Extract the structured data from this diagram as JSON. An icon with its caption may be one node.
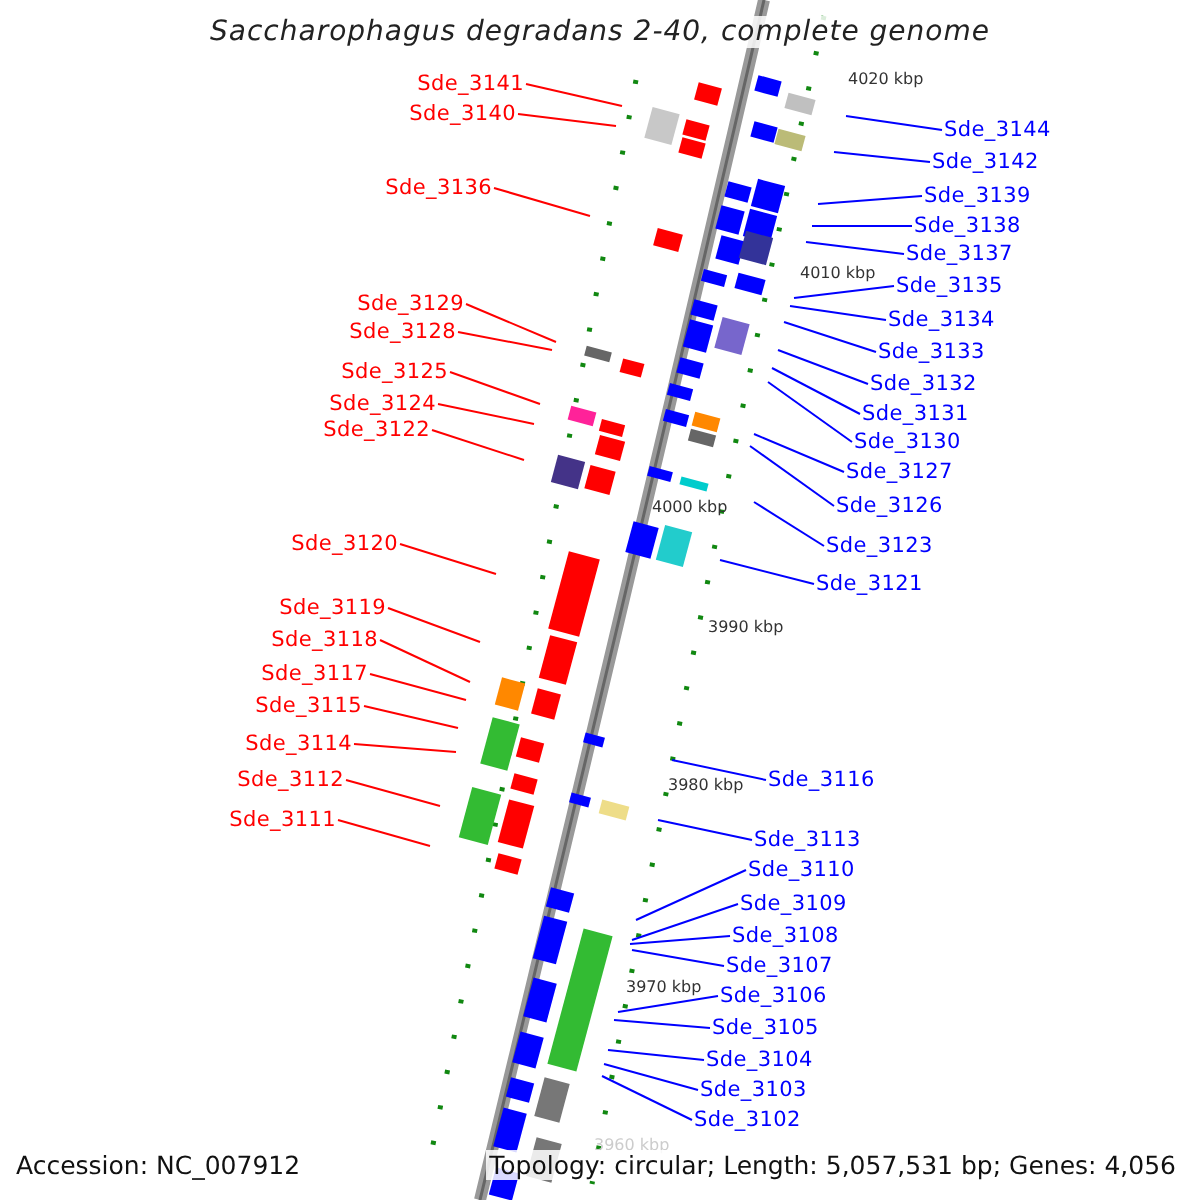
{
  "diagram": {
    "title": "Saccharophagus degradans 2-40, complete genome",
    "nodes": [
      {
        "text": [
          "Sde_3141"
        ]
      },
      {
        "text": [
          "Sde_3140"
        ]
      },
      {
        "text": [
          "Sde_3136"
        ]
      },
      {
        "text": [
          "Sde_3129"
        ]
      },
      {
        "text": [
          "Sde_3128"
        ]
      },
      {
        "text": [
          "Sde_3125"
        ]
      },
      {
        "text": [
          "Sde_3124"
        ]
      },
      {
        "text": [
          "Sde_3122"
        ]
      },
      {
        "text": [
          "Sde_3120"
        ]
      },
      {
        "text": [
          "Sde_3119"
        ]
      },
      {
        "text": [
          "Sde_3118"
        ]
      },
      {
        "text": [
          "Sde_3117"
        ]
      },
      {
        "text": [
          "Sde_3115"
        ]
      },
      {
        "text": [
          "Sde_3114"
        ]
      },
      {
        "text": [
          "Sde_3112"
        ]
      },
      {
        "text": [
          "Sde_3111"
        ]
      },
      {
        "text": [
          "Sde_3144"
        ]
      },
      {
        "text": [
          "Sde_3142"
        ]
      },
      {
        "text": [
          "Sde_3139"
        ]
      },
      {
        "text": [
          "Sde_3138"
        ]
      },
      {
        "text": [
          "Sde_3137"
        ]
      },
      {
        "text": [
          "Sde_3135"
        ]
      },
      {
        "text": [
          "Sde_3134"
        ]
      },
      {
        "text": [
          "Sde_3133"
        ]
      },
      {
        "text": [
          "Sde_3132"
        ]
      },
      {
        "text": [
          "Sde_3131"
        ]
      },
      {
        "text": [
          "Sde_3130"
        ]
      },
      {
        "text": [
          "Sde_3127"
        ]
      },
      {
        "text": [
          "Sde_3126"
        ]
      },
      {
        "text": [
          "Sde_3123"
        ]
      },
      {
        "text": [
          "Sde_3121"
        ]
      },
      {
        "text": [
          "Sde_3116"
        ]
      },
      {
        "text": [
          "Sde_3113"
        ]
      },
      {
        "text": [
          "Sde_3110"
        ]
      },
      {
        "text": [
          "Sde_3109"
        ]
      },
      {
        "text": [
          "Sde_3108"
        ]
      },
      {
        "text": [
          "Sde_3107"
        ]
      },
      {
        "text": [
          "Sde_3106"
        ]
      },
      {
        "text": [
          "Sde_3105"
        ]
      },
      {
        "text": [
          "Sde_3104"
        ]
      },
      {
        "text": [
          "Sde_3103"
        ]
      },
      {
        "text": [
          "Sde_3102"
        ]
      }
    ],
    "edges": [
      {
        "from": 0,
        "to": null,
        "arrow": "none",
        "color": "#ff0000"
      },
      {
        "from": 1,
        "to": null,
        "arrow": "none",
        "color": "#ff0000"
      },
      {
        "from": 2,
        "to": null,
        "arrow": "none",
        "color": "#ff0000"
      },
      {
        "from": 3,
        "to": null,
        "arrow": "none",
        "color": "#ff0000"
      },
      {
        "from": 4,
        "to": null,
        "arrow": "none",
        "color": "#ff0000"
      },
      {
        "from": 5,
        "to": null,
        "arrow": "none",
        "color": "#ff0000"
      },
      {
        "from": 6,
        "to": null,
        "arrow": "none",
        "color": "#ff0000"
      },
      {
        "from": 7,
        "to": null,
        "arrow": "none",
        "color": "#ff0000"
      },
      {
        "from": 8,
        "to": null,
        "arrow": "none",
        "color": "#ff0000"
      },
      {
        "from": 9,
        "to": null,
        "arrow": "none",
        "color": "#ff0000"
      },
      {
        "from": 10,
        "to": null,
        "arrow": "none",
        "color": "#ff0000"
      },
      {
        "from": 11,
        "to": null,
        "arrow": "none",
        "color": "#ff0000"
      },
      {
        "from": 12,
        "to": null,
        "arrow": "none",
        "color": "#ff0000"
      },
      {
        "from": 13,
        "to": null,
        "arrow": "none",
        "color": "#ff0000"
      },
      {
        "from": 14,
        "to": null,
        "arrow": "none",
        "color": "#ff0000"
      },
      {
        "from": 15,
        "to": null,
        "arrow": "none",
        "color": "#ff0000"
      },
      {
        "from": 16,
        "to": null,
        "arrow": "none"
      },
      {
        "from": 17,
        "to": null,
        "arrow": "none"
      },
      {
        "from": 18,
        "to": null,
        "arrow": "none"
      },
      {
        "from": 19,
        "to": null,
        "arrow": "none"
      },
      {
        "from": 20,
        "to": null,
        "arrow": "none"
      },
      {
        "from": 21,
        "to": null,
        "arrow": "none"
      },
      {
        "from": 22,
        "to": null,
        "arrow": "none"
      },
      {
        "from": 23,
        "to": null,
        "arrow": "none"
      },
      {
        "from": 24,
        "to": null,
        "arrow": "none"
      },
      {
        "from": 25,
        "to": null,
        "arrow": "none"
      },
      {
        "from": 26,
        "to": null,
        "arrow": "none"
      },
      {
        "from": 27,
        "to": null,
        "arrow": "none"
      },
      {
        "from": 28,
        "to": null,
        "arrow": "none"
      },
      {
        "from": 29,
        "to": null,
        "arrow": "none"
      },
      {
        "from": 30,
        "to": null,
        "arrow": "none"
      },
      {
        "from": 31,
        "to": null,
        "arrow": "none"
      },
      {
        "from": 32,
        "to": null,
        "arrow": "none"
      },
      {
        "from": 33,
        "to": null,
        "arrow": "none"
      },
      {
        "from": 34,
        "to": null,
        "arrow": "none"
      },
      {
        "from": 35,
        "to": null,
        "arrow": "none"
      },
      {
        "from": 36,
        "to": null,
        "arrow": "none"
      },
      {
        "from": 37,
        "to": null,
        "arrow": "none"
      },
      {
        "from": 38,
        "to": null,
        "arrow": "none"
      },
      {
        "from": 39,
        "to": null,
        "arrow": "none"
      },
      {
        "from": 40,
        "to": null,
        "arrow": "none"
      },
      {
        "from": 41,
        "to": null,
        "arrow": "none"
      }
    ],
    "labels": [
      "4020 kbp",
      "4010 kbp",
      "4000 kbp",
      "3990 kbp",
      "3980 kbp",
      "3970 kbp",
      "3960 kbp",
      "Accession: NC_007912",
      "Topology: circular; Length: 5,057,531 bp; Genes: 4,056"
    ]
  }
}
